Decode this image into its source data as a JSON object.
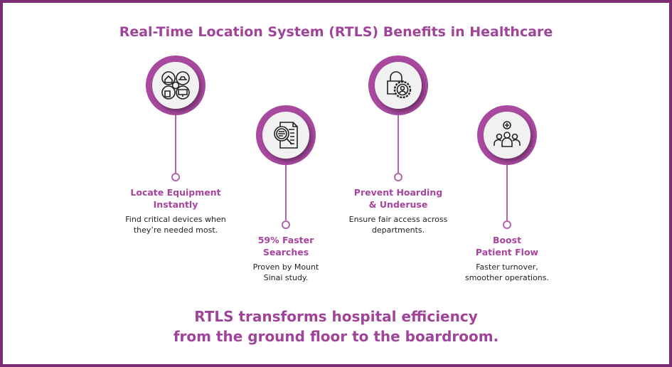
{
  "title": "Real-Time Location System (RTLS) Benefits in Healthcare",
  "items": [
    {
      "icon": "assets-network-icon",
      "heading": [
        "Locate Equipment",
        "Instantly"
      ],
      "desc": [
        "Find critical devices when",
        "they’re needed most."
      ]
    },
    {
      "icon": "document-search-icon",
      "heading": [
        "59% Faster",
        "Searches"
      ],
      "desc": [
        "Proven by Mount",
        "Sinai study."
      ]
    },
    {
      "icon": "lock-gear-user-icon",
      "heading": [
        "Prevent Hoarding",
        "& Underuse"
      ],
      "desc": [
        "Ensure fair access across",
        "departments."
      ]
    },
    {
      "icon": "patient-group-icon",
      "heading": [
        "Boost",
        "Patient Flow"
      ],
      "desc": [
        "Faster turnover,",
        "smoother operations."
      ]
    }
  ],
  "footer": [
    "RTLS transforms hospital efficiency",
    "from the ground floor to the boardroom."
  ],
  "colors": {
    "accent": "#a8449e",
    "frame": "#7b2d74"
  }
}
